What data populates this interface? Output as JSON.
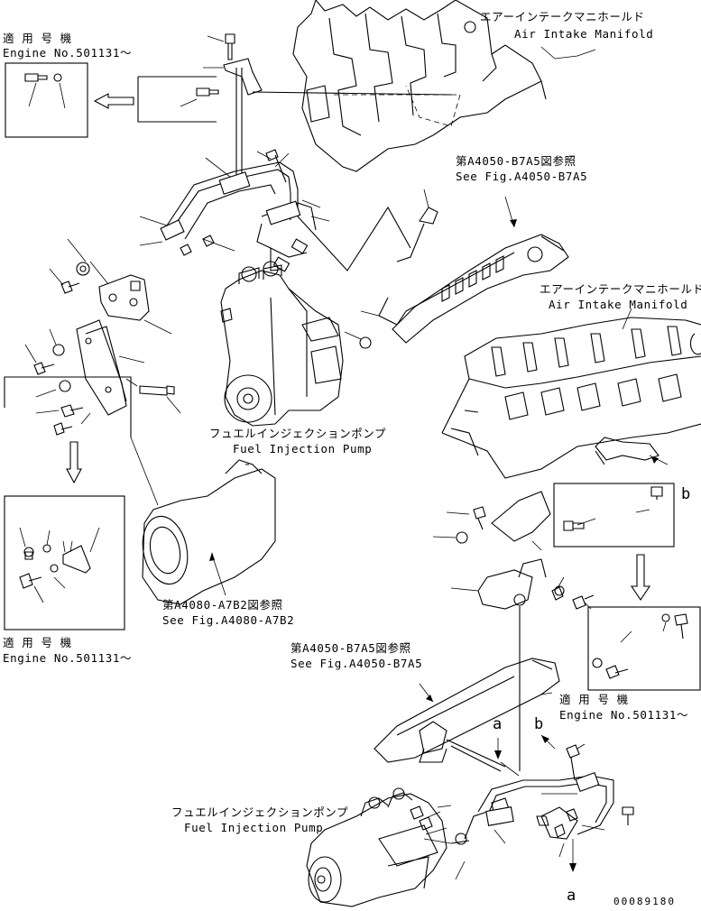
{
  "labels": {
    "air_intake_top_jp": "エアーインテークマニホールド",
    "air_intake_top_en": "Air Intake Manifold",
    "air_intake_mid_jp": "エアーインテークマニホールド",
    "air_intake_mid_en": "Air Intake Manifold",
    "ref_b7a5_top_jp": "第A4050-B7A5図参照",
    "ref_b7a5_top_en": "See Fig.A4050-B7A5",
    "ref_b7a5_bot_jp": "第A4050-B7A5図参照",
    "ref_b7a5_bot_en": "See Fig.A4050-B7A5",
    "ref_a7b2_jp": "第A4080-A7B2図参照",
    "ref_a7b2_en": "See Fig.A4080-A7B2",
    "pump_top_jp": "フュエルインジェクションポンプ",
    "pump_top_en": "Fuel Injection Pump",
    "pump_bot_jp": "フュエルインジェクションポンプ",
    "pump_bot_en": "Fuel Injection Pump",
    "applicable_1_jp": "適 用 号 機",
    "applicable_1_en": "Engine No.501131〜",
    "applicable_2_jp": "適 用 号 機",
    "applicable_2_en": "Engine No.501131〜",
    "applicable_3_jp": "適 用 号 機",
    "applicable_3_en": "Engine No.501131〜",
    "marker_b_right": "b",
    "marker_b_bottom": "b",
    "marker_a_mid": "a",
    "marker_a_bottom": "a",
    "drawing_number": "00089180"
  }
}
